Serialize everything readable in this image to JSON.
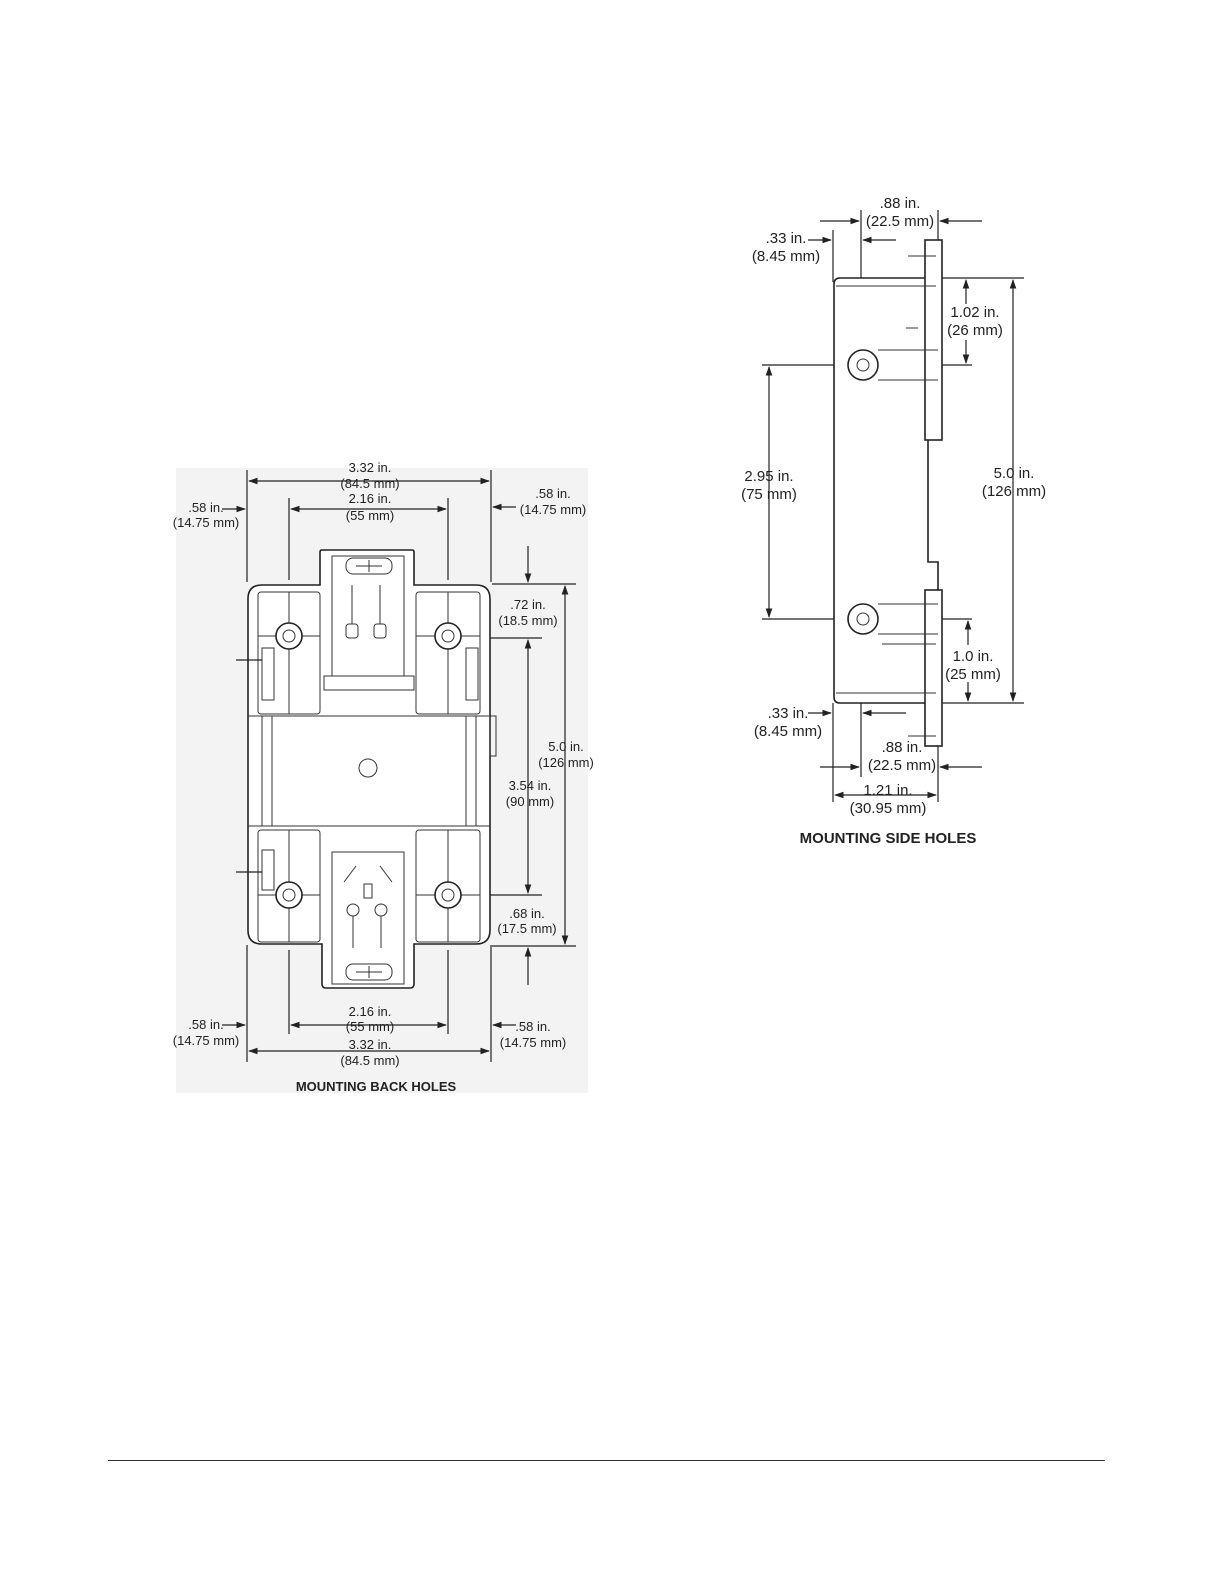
{
  "back": {
    "caption": "MOUNTING BACK HOLES",
    "dims": {
      "top_overall_in": "3.32 in.",
      "top_overall_mm": "(84.5 mm)",
      "top_hole_in": "2.16 in.",
      "top_hole_mm": "(55 mm)",
      "top_left_in": ".58 in.",
      "top_left_mm": "(14.75 mm)",
      "top_right_in": ".58 in.",
      "top_right_mm": "(14.75 mm)",
      "upper_in": ".72 in.",
      "upper_mm": "(18.5 mm)",
      "height_in": "5.0 in.",
      "height_mm": "(126 mm)",
      "hole_span_in": "3.54 in.",
      "hole_span_mm": "(90 mm)",
      "lower_in": ".68 in.",
      "lower_mm": "(17.5 mm)",
      "bot_hole_in": "2.16 in.",
      "bot_hole_mm": "(55 mm)",
      "bot_overall_in": "3.32 in.",
      "bot_overall_mm": "(84.5 mm)",
      "bot_left_in": ".58 in.",
      "bot_left_mm": "(14.75 mm)",
      "bot_right_in": ".58 in.",
      "bot_right_mm": "(14.75 mm)"
    }
  },
  "side": {
    "caption": "MOUNTING SIDE HOLES",
    "dims": {
      "top_depth_in": ".88 in.",
      "top_depth_mm": "(22.5 mm)",
      "top_offset_in": ".33 in.",
      "top_offset_mm": "(8.45 mm)",
      "top_hole_in": "1.02 in.",
      "top_hole_mm": "(26 mm)",
      "hole_span_in": "2.95 in.",
      "hole_span_mm": "(75 mm)",
      "height_in": "5.0 in.",
      "height_mm": "(126 mm)",
      "bot_hole_in": "1.0 in.",
      "bot_hole_mm": "(25 mm)",
      "bot_offset_in": ".33 in.",
      "bot_offset_mm": "(8.45 mm)",
      "bot_depth_in": ".88 in.",
      "bot_depth_mm": "(22.5 mm)",
      "overall_in": "1.21 in.",
      "overall_mm": "(30.95 mm)"
    }
  }
}
